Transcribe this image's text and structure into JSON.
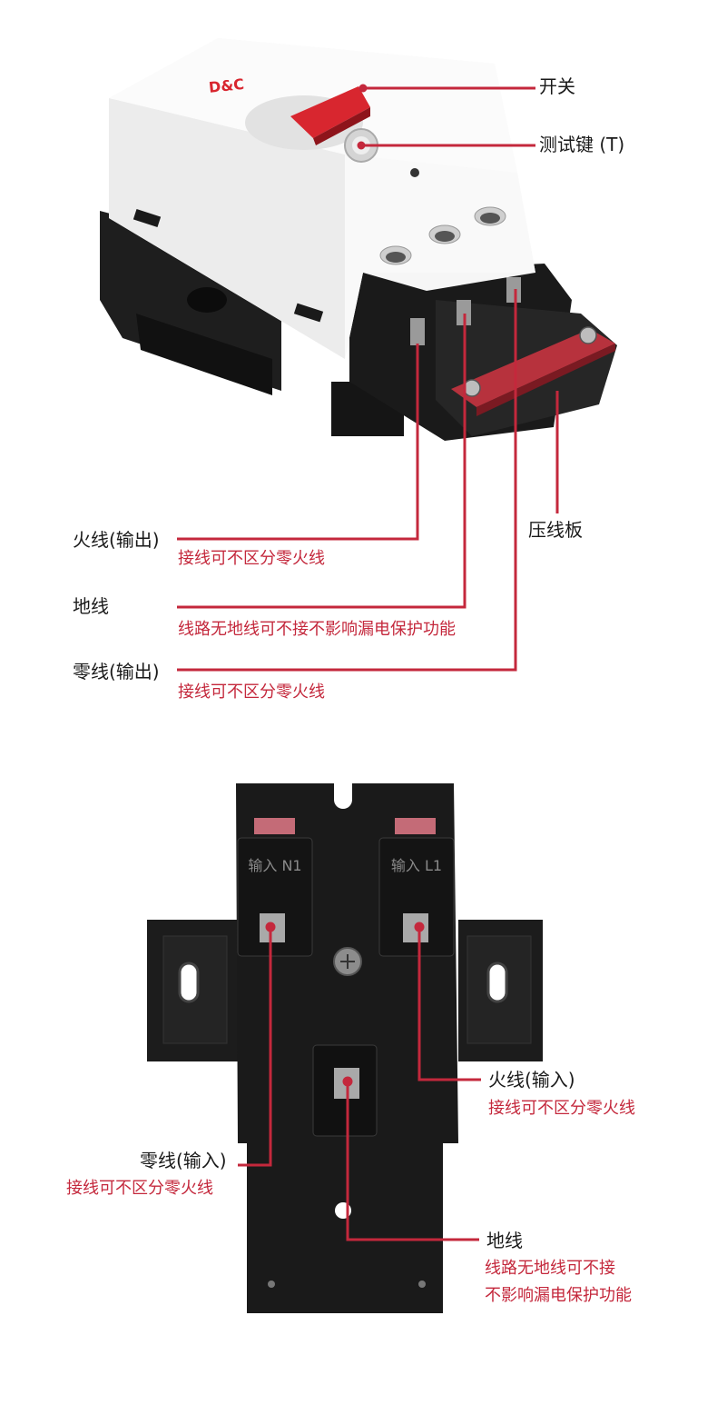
{
  "top": {
    "brand_logo": "D&C",
    "labels": {
      "switch": "开关",
      "test_key": "测试键 (T)",
      "clamp_plate": "压线板",
      "live_out": "火线(输出)",
      "live_out_note": "接线可不区分零火线",
      "earth": "地线",
      "earth_note": "线路无地线可不接不影响漏电保护功能",
      "neutral_out": "零线(输出)",
      "neutral_out_note": "接线可不区分零火线"
    }
  },
  "bottom": {
    "labels": {
      "live_in": "火线(输入)",
      "live_in_note": "接线可不区分零火线",
      "neutral_in": "零线(输入)",
      "neutral_in_note": "接线可不区分零火线",
      "earth": "地线",
      "earth_note_1": "线路无地线可不接",
      "earth_note_2": "不影响漏电保护功能"
    },
    "terminal_left_mark": "输入 N1",
    "terminal_right_mark": "输入 L1"
  },
  "colors": {
    "accent_red": "#c4283c",
    "housing_white": "#f4f4f4",
    "base_black": "#1c1c1c"
  }
}
